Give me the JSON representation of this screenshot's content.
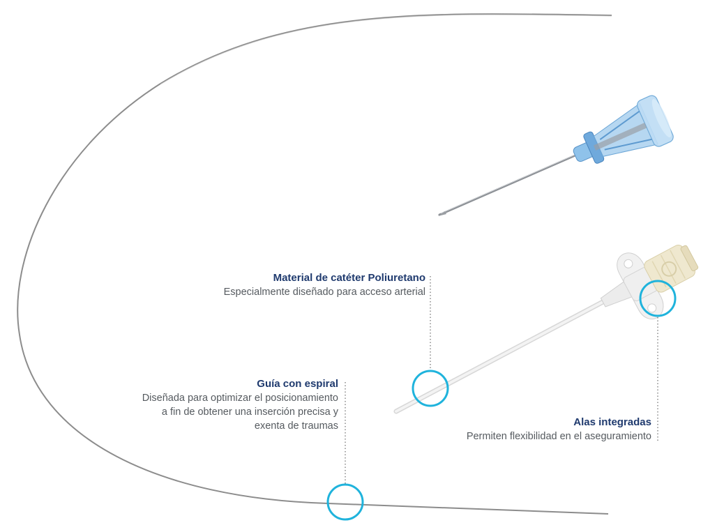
{
  "callouts": {
    "material": {
      "title": "Material de catéter Poliuretano",
      "description": "Especialmente diseñado para acceso arterial"
    },
    "guia": {
      "title": "Guía con espiral",
      "description_lines": [
        "Diseñada para optimizar el posicionamiento",
        "a fin de obtener una inserción precisa y",
        "exenta de traumas"
      ]
    },
    "alas": {
      "title": "Alas integradas",
      "description": "Permiten flexibilidad en el aseguramiento"
    }
  },
  "colors": {
    "title_text": "#1f3a6e",
    "description_text": "#555a5f",
    "highlight_ring": "#1fb3dc",
    "guidewire": "#8c8c8c",
    "needle_hub": "#7fb7e3",
    "catheter": "#e8e8e8",
    "catheter_hub": "#efe8cf"
  }
}
